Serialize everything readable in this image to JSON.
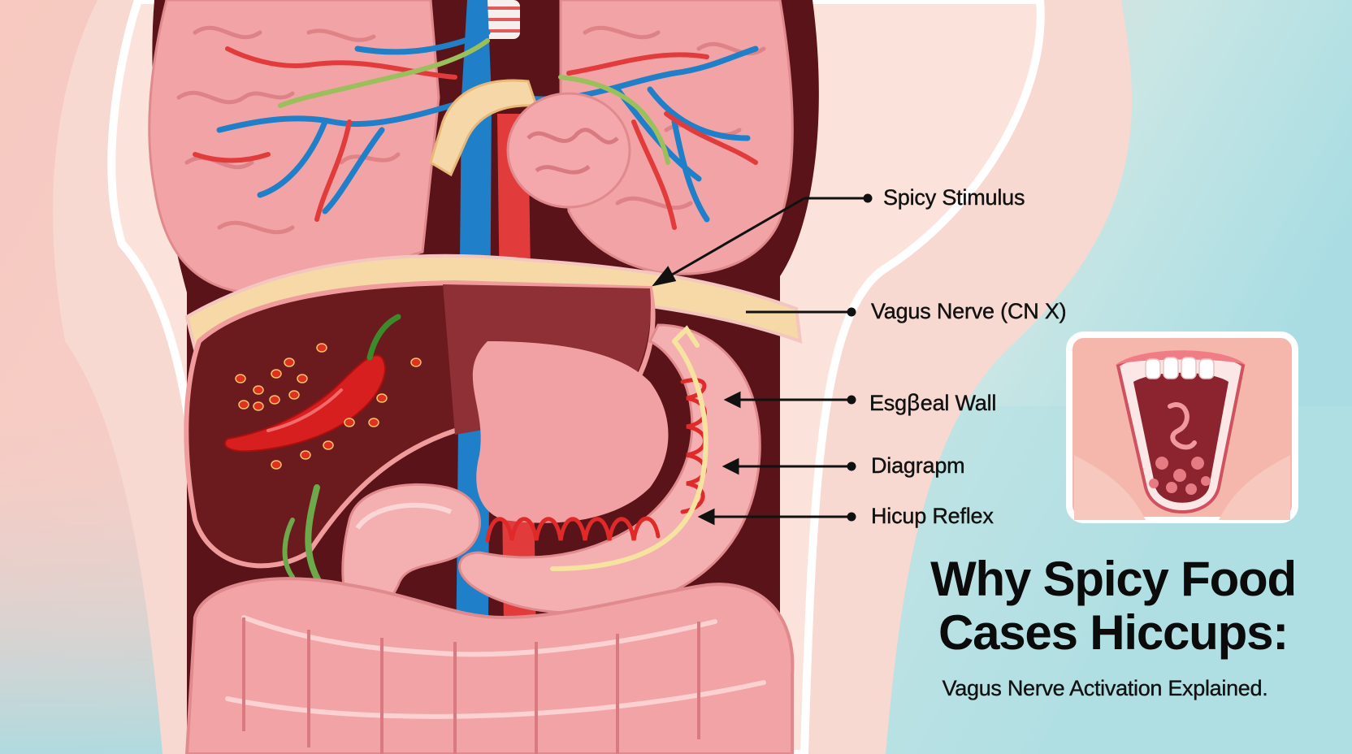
{
  "colors": {
    "background_left": "#f7c9c0",
    "background_right": "#a9dde3",
    "lung_pink": "#f2a3a6",
    "liver_dark": "#6b1a1e",
    "stomach_pink": "#f4b0b0",
    "vein_blue": "#1f7fc8",
    "artery_red": "#e23b3b",
    "nerve_green": "#9bbf5a",
    "pepper_red": "#d81f1f"
  },
  "labels": {
    "spicy_stimulus": "Spicy Stimulus",
    "vagus_nerve": "Vagus Nerve (CN X)",
    "esophageal_wall": "Esgꞵeal Wall",
    "diaphragm": "Diagrapm",
    "hiccup_reflex": "Hicup Reflex"
  },
  "title": {
    "line1": "Why Spicy Food",
    "line2": "Cases Hiccups:",
    "subtitle": "Vagus Nerve Activation Explained."
  },
  "icons": {
    "pepper": "chili-pepper-icon",
    "throat_inset": "throat-cross-section-icon"
  }
}
